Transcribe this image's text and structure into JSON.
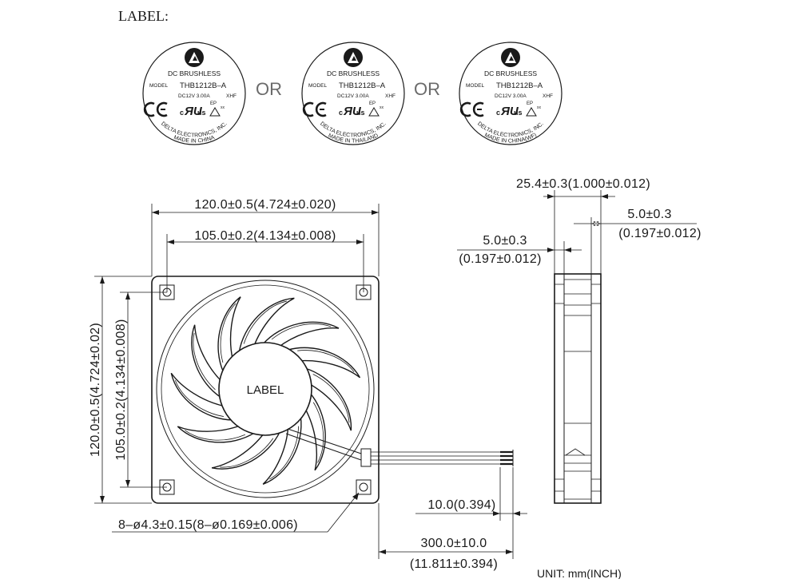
{
  "header": {
    "label_title": "LABEL:"
  },
  "labels": {
    "or_text": "OR",
    "brand_line": "DC  BRUSHLESS",
    "model_caption": "MODEL",
    "model_number": "THB1212B–A",
    "rating": "DC12V   3.00A",
    "code": "XHF",
    "ep": "EP",
    "ce_mark": "CE",
    "ul_mark": "cЯUus",
    "company": "DELTA  ELECTRONICS, INC.",
    "items": [
      {
        "origin": "MADE  IN  CHINA",
        "company": "DELTA  ELECTRONICS, INC."
      },
      {
        "origin": "MADE  IN  THAILAND",
        "company": "DELTA  ELECTRONICS, INC."
      },
      {
        "origin": "MADE  IN  CHINA(WF)",
        "company": "DELTA  ELECTRONICS, INC."
      }
    ]
  },
  "front_view": {
    "hub_label": "LABEL",
    "width_dim": "120.0±0.5(4.724±0.020)",
    "hole_pitch_dim": "105.0±0.2(4.134±0.008)",
    "height_dim": "120.0±0.5(4.724±0.02)",
    "hole_pitch_v_dim": "105.0±0.2(4.134±0.008)",
    "hole_dim": "8–ø4.3±0.15(8–ø0.169±0.006)"
  },
  "side_view": {
    "thickness_dim": "25.4±0.3(1.000±0.012)",
    "flange_right_mm": "5.0±0.3",
    "flange_right_in": "(0.197±0.012)",
    "flange_left_mm": "5.0±0.3",
    "flange_left_in": "(0.197±0.012)"
  },
  "lead_wire": {
    "strip_dim": "10.0(0.394)",
    "length_mm": "300.0±10.0",
    "length_in": "(11.811±0.394)"
  },
  "unit": "UNIT:  mm(INCH)"
}
